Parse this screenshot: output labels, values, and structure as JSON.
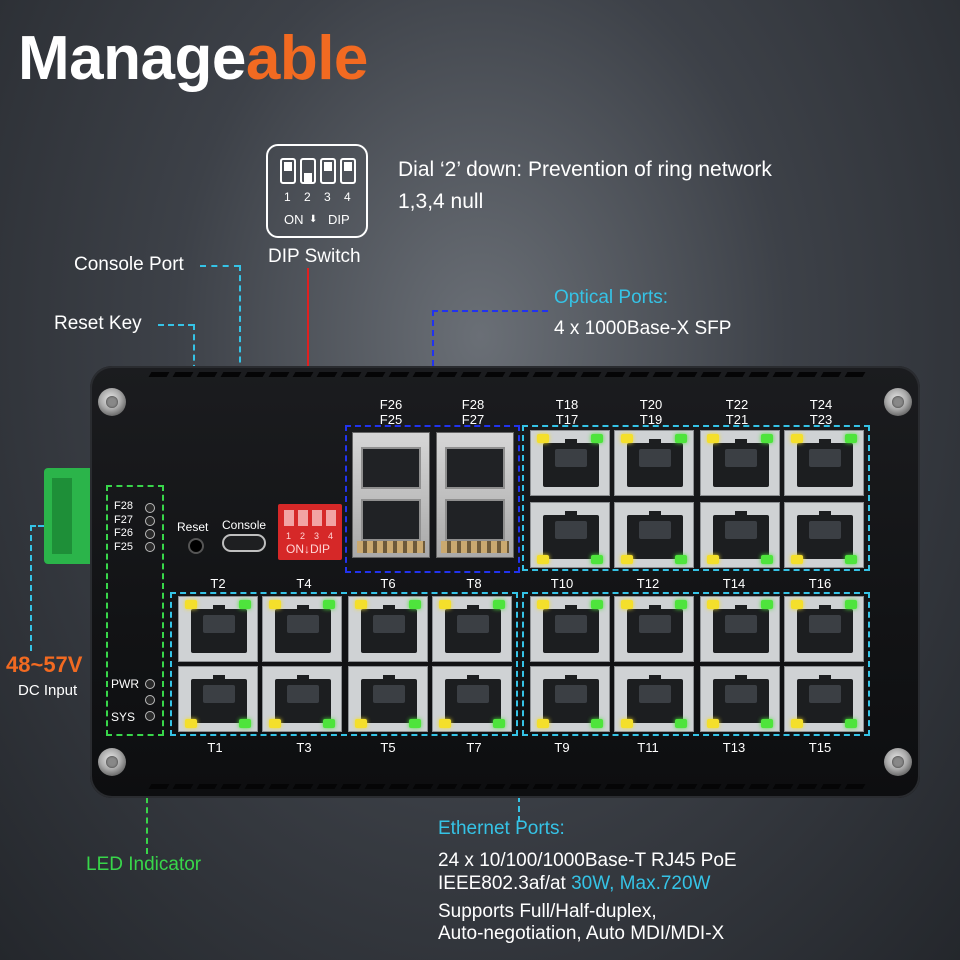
{
  "title": {
    "part1": "Manage",
    "part2": "able"
  },
  "dip_icon": {
    "nums": [
      "1",
      "2",
      "3",
      "4"
    ],
    "on_label": "ON",
    "arrow": "⬇",
    "dip_label": "DIP"
  },
  "dip_caption": "DIP Switch",
  "dip_note": {
    "line1": "Dial ‘2’ down:  Prevention of ring network",
    "line2": "1,3,4 null"
  },
  "callouts": {
    "console_port": "Console Port",
    "reset_key": "Reset Key",
    "optical_title": "Optical Ports:",
    "optical_desc": "4 x 1000Base-X SFP",
    "voltage": "48~57V",
    "dc_input": "DC Input",
    "led_indicator": "LED Indicator",
    "ethernet_title": "Ethernet Ports:",
    "ethernet_line1": "24 x 10/100/1000Base-T RJ45 PoE",
    "ethernet_line2a": "IEEE802.3af/at ",
    "ethernet_line2b": "30W, Max.720W",
    "ethernet_line3": "Supports Full/Half-duplex,",
    "ethernet_line4": "Auto-negotiation, Auto MDI/MDI-X"
  },
  "device": {
    "reset_label": "Reset",
    "console_label": "Console",
    "led_labels_top": [
      "F28",
      "F27",
      "F26",
      "F25"
    ],
    "led_labels_bottom": [
      "PWR",
      "",
      "SYS"
    ],
    "dip_nums": [
      "1",
      "2",
      "3",
      "4"
    ],
    "dip_text": "ON↓DIP",
    "sfp_labels": [
      [
        "F26",
        "F25"
      ],
      [
        "F28",
        "F27"
      ]
    ],
    "top_port_labels": [
      [
        "T18",
        "T17"
      ],
      [
        "T20",
        "T19"
      ],
      [
        "T22",
        "T21"
      ],
      [
        "T24",
        "T23"
      ]
    ],
    "mid_labels": [
      "T2",
      "T4",
      "T6",
      "T8",
      "T10",
      "T12",
      "T14",
      "T16"
    ],
    "bottom_labels": [
      "T1",
      "T3",
      "T5",
      "T7",
      "T9",
      "T11",
      "T13",
      "T15"
    ]
  },
  "colors": {
    "accent_orange": "#f26a21",
    "callout_cyan": "#35c3e6",
    "led_green": "#38d64a",
    "dip_red": "#d62828"
  }
}
